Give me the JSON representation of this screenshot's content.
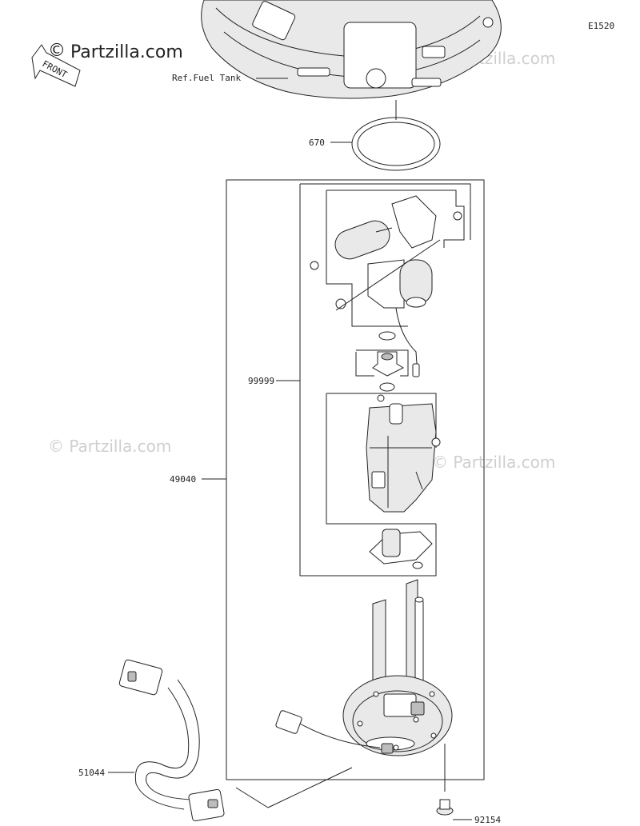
{
  "diagram_code": "E1520",
  "brand": {
    "copyright_symbol": "©",
    "name": "Partzilla.com",
    "front_label": "FRONT"
  },
  "watermarks": [
    "© Partzilla.com",
    "© Partzilla.com",
    "© Partzilla.com"
  ],
  "labels": {
    "ref_fuel_tank": "Ref.Fuel Tank",
    "p670": "670",
    "p99999": "99999",
    "p49040": "49040",
    "p51044": "51044",
    "p92154": "92154"
  },
  "colors": {
    "line": "#222222",
    "watermark": "#cfcfcf"
  }
}
